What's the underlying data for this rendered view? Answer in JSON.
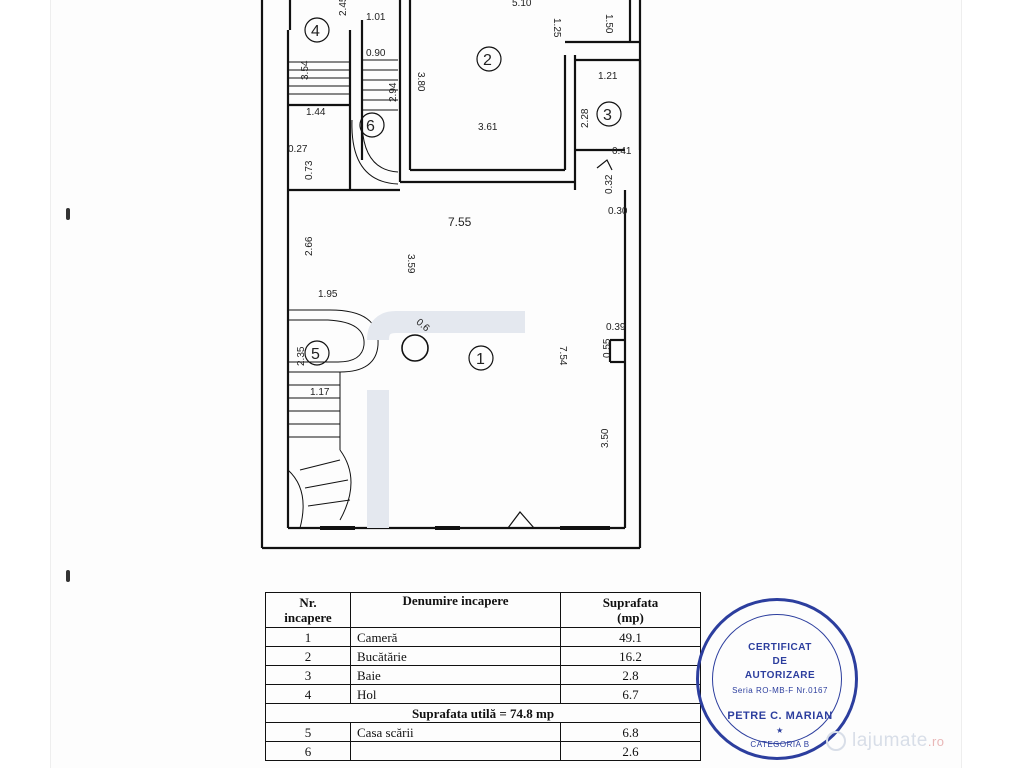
{
  "plan": {
    "rooms": [
      {
        "num": "1"
      },
      {
        "num": "2"
      },
      {
        "num": "3"
      },
      {
        "num": "4"
      },
      {
        "num": "5"
      },
      {
        "num": "6"
      }
    ],
    "dimensions": [
      "2.45",
      "1.01",
      "5.10",
      "1.25",
      "1.50",
      "0.90",
      "3.54",
      "2.94",
      "3.80",
      "1.44",
      "1.21",
      "2.28",
      "3.61",
      "0.41",
      "0.27",
      "0.73",
      "0.32",
      "0.30",
      "7.55",
      "2.66",
      "3.59",
      "1.95",
      "0.39",
      "0.55",
      "7.54",
      "2.35",
      "1.17",
      "3.50",
      "0.6"
    ]
  },
  "table": {
    "headers": {
      "nr": [
        "Nr.",
        "incapere"
      ],
      "name": "Denumire incapere",
      "area": [
        "Suprafata",
        "(mp)"
      ]
    },
    "rows": [
      {
        "nr": "1",
        "name": "Cameră",
        "area": "49.1"
      },
      {
        "nr": "2",
        "name": "Bucătărie",
        "area": "16.2"
      },
      {
        "nr": "3",
        "name": "Baie",
        "area": "2.8"
      },
      {
        "nr": "4",
        "name": "Hol",
        "area": "6.7"
      }
    ],
    "util_label": "Suprafata utilă = 74.8 mp",
    "rows_after": [
      {
        "nr": "5",
        "name": "Casa scării",
        "area": "6.8"
      },
      {
        "nr": "6",
        "name": "",
        "area": "2.6"
      }
    ]
  },
  "stamp": {
    "line1": "CERTIFICAT",
    "line2": "DE",
    "line3": "AUTORIZARE",
    "line4": "Seria RO-MB-F Nr.0167",
    "line5": "PETRE C. MARIAN",
    "line6": "CATEGORIA B",
    "color": "#2c3e9e"
  },
  "watermark": {
    "brand": "lajumate",
    "tld": ".ro"
  }
}
